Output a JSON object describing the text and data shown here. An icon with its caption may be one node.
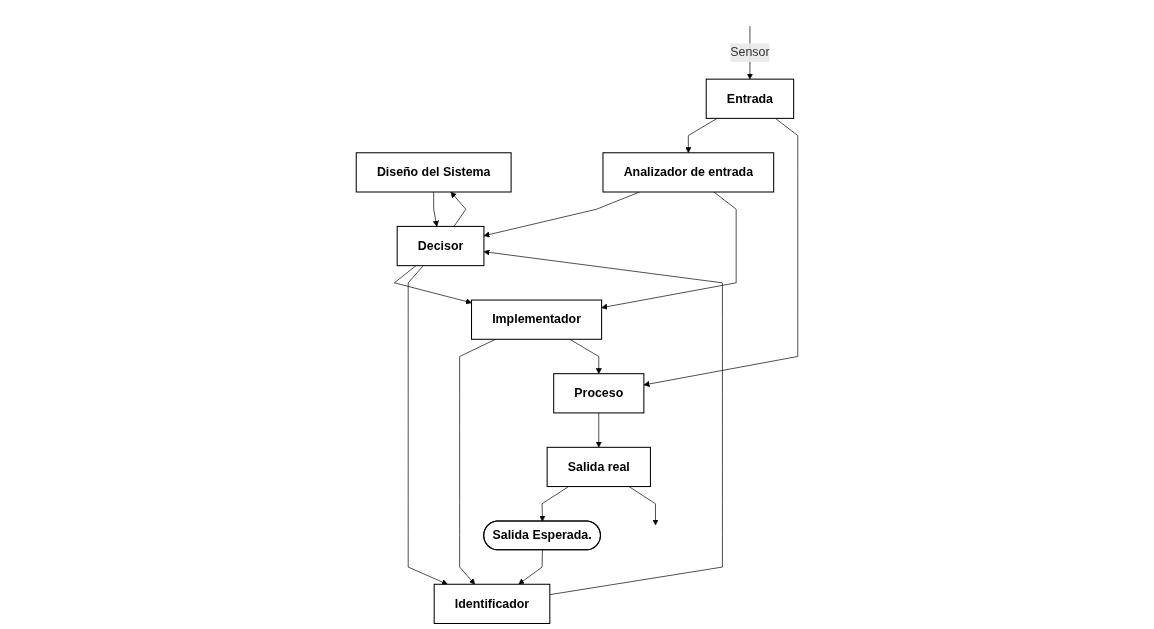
{
  "diagram": {
    "nodes": [
      {
        "text": [
          "Diseño del Sistema"
        ]
      },
      {
        "text": [
          "Analizador de entrada"
        ]
      },
      {
        "text": [
          "Decisor"
        ]
      },
      {
        "text": [
          "Identificador"
        ]
      },
      {
        "text": [
          "Implementador"
        ]
      },
      {
        "text": [
          "Salida Esperada."
        ]
      },
      {
        "text": [
          "Entrada"
        ]
      },
      {
        "text": [
          "Proceso"
        ]
      },
      {
        "text": [
          "Salida real"
        ]
      }
    ],
    "edges": [
      {
        "from": 0,
        "to": 2,
        "arrow": "to"
      },
      {
        "from": 2,
        "to": 0,
        "arrow": "to"
      },
      {
        "from": 1,
        "to": 2,
        "arrow": "to"
      },
      {
        "from": 3,
        "to": 2,
        "arrow": "to"
      },
      {
        "from": 2,
        "to": 4,
        "arrow": "to"
      },
      {
        "from": 1,
        "to": 4,
        "arrow": "to"
      },
      {
        "from": 2,
        "to": 3,
        "arrow": "to"
      },
      {
        "from": 4,
        "to": 3,
        "arrow": "to"
      },
      {
        "from": 5,
        "to": 3,
        "arrow": "to"
      },
      {
        "from": 6,
        "to": 1,
        "arrow": "to"
      },
      {
        "from": null,
        "to": 6,
        "arrow": "to",
        "label": "Sensor"
      },
      {
        "from": 6,
        "to": 7,
        "arrow": "to"
      },
      {
        "from": 4,
        "to": 7,
        "arrow": "to"
      },
      {
        "from": 7,
        "to": 8,
        "arrow": "to"
      },
      {
        "from": 8,
        "to": 5,
        "arrow": "to"
      },
      {
        "from": 8,
        "to": null,
        "arrow": "to"
      }
    ]
  }
}
